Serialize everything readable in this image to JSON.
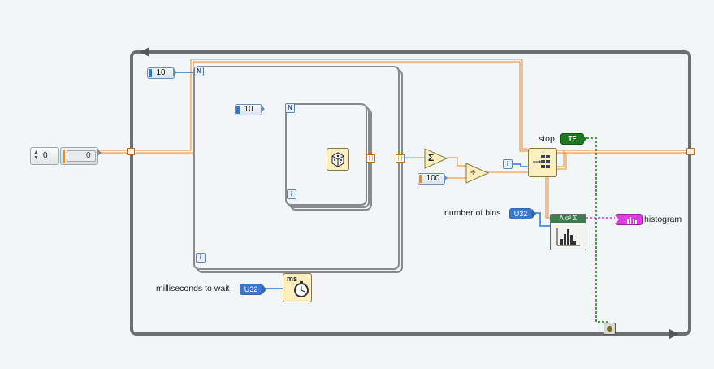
{
  "while_loop": {
    "iteration_terminal": "i"
  },
  "outer_for_loop": {
    "count_terminal": "N",
    "iteration_terminal": "i",
    "count_constant": "10"
  },
  "inner_for_loop": {
    "count_terminal": "N",
    "iteration_terminal": "i",
    "count_constant": "10"
  },
  "numeric_control": {
    "value": "0",
    "indicator_value": "0"
  },
  "constant_100": "100",
  "sum_symbol": "Σ",
  "divide_symbol": "÷",
  "stop": {
    "label": "stop",
    "terminal": "TF"
  },
  "number_of_bins": {
    "label": "number of bins",
    "type": "U32"
  },
  "milliseconds_to_wait": {
    "label": "milliseconds to wait",
    "type": "U32"
  },
  "wait_function": {
    "title": "ms"
  },
  "histogram_vi": {
    "header": "Λ σ² Σ"
  },
  "histogram": {
    "label": "histogram"
  },
  "colors": {
    "numeric_wire": "#f08a24",
    "integer_wire": "#2b7bd6",
    "boolean_wire": "#1e7a1e",
    "cluster_wire": "#d63dd6"
  }
}
